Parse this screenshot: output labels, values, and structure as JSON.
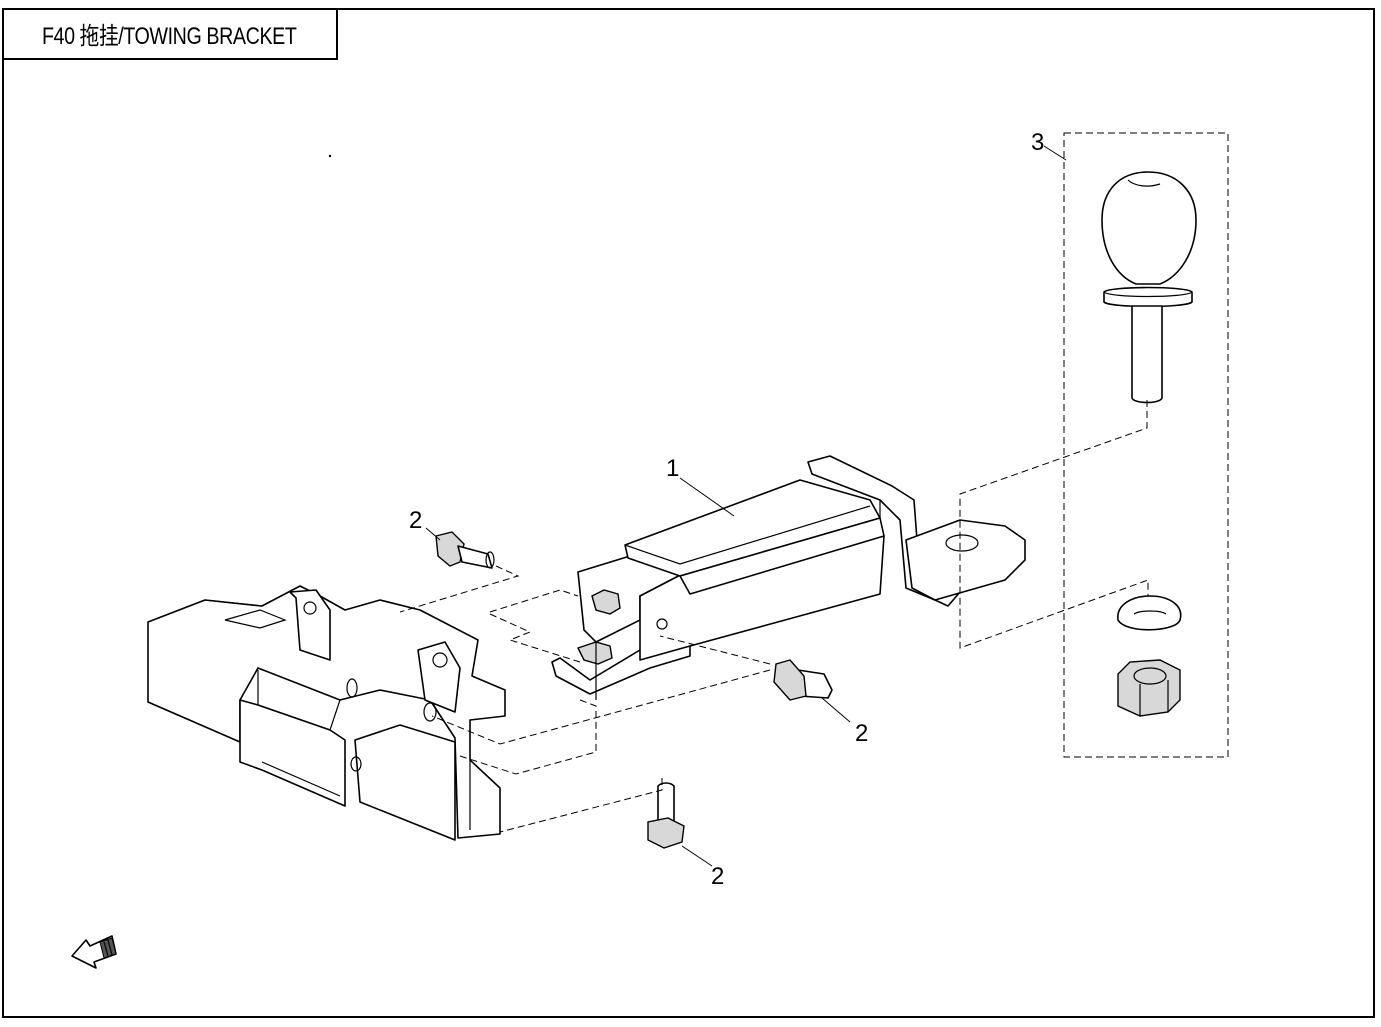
{
  "header": {
    "title": "F40 拖挂/TOWING BRACKET"
  },
  "callouts": {
    "tow_bar": "1",
    "bolt_top": "2",
    "bolt_right": "2",
    "bolt_bottom": "2",
    "ball_kit": "3"
  },
  "colors": {
    "line": "#000000",
    "background": "#ffffff",
    "shade": "#d8d8d8"
  },
  "icons": {
    "direction_indicator": "arrow-icon"
  }
}
